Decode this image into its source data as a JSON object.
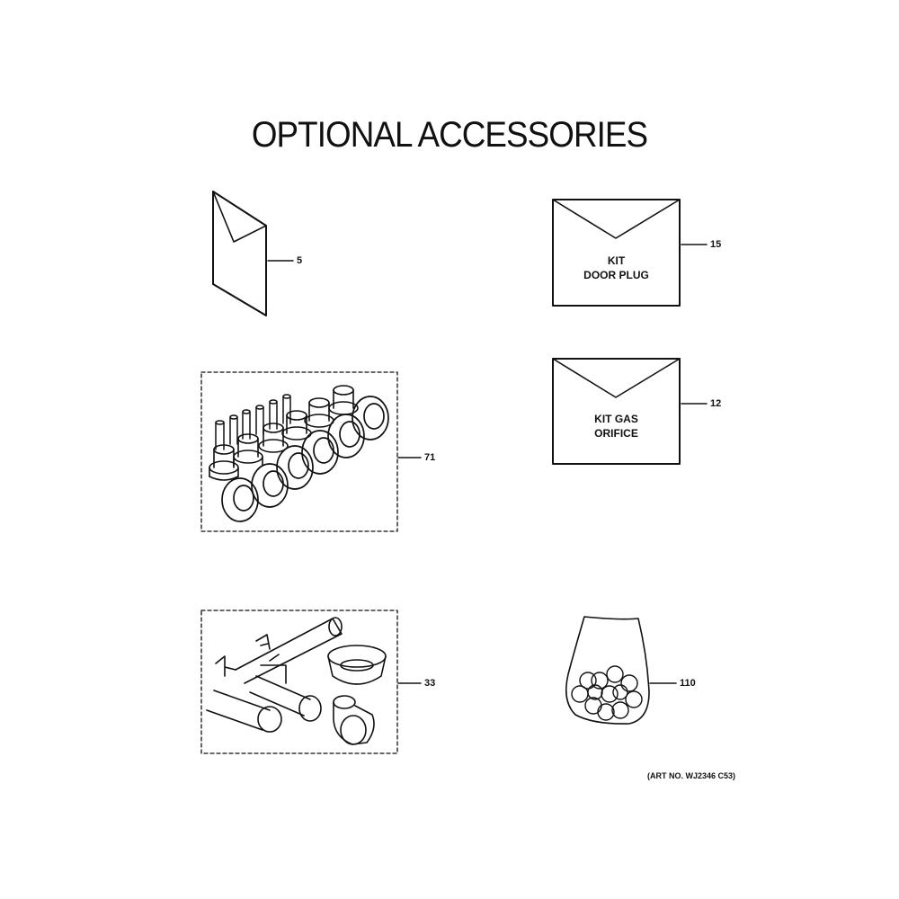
{
  "title": "OPTIONAL ACCESSORIES",
  "art_number": "(ART NO. WJ2346 C53)",
  "parts": [
    {
      "callout": "5"
    },
    {
      "callout": "15",
      "label_line1": "KIT",
      "label_line2": "DOOR PLUG"
    },
    {
      "callout": "12",
      "label_line1": "KIT GAS",
      "label_line2": "ORIFICE"
    },
    {
      "callout": "71"
    },
    {
      "callout": "33"
    },
    {
      "callout": "110"
    }
  ]
}
